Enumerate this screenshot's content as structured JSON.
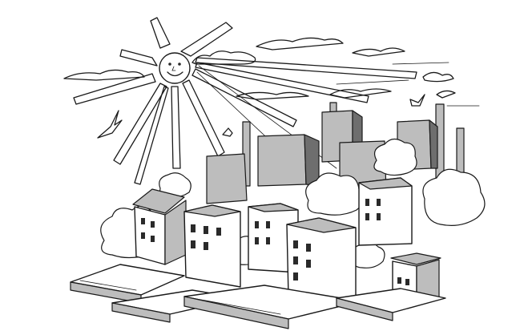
{
  "scene": {
    "style": "monochrome pen sketch",
    "colors": {
      "ink": "#1a1a1a",
      "paper": "#ffffff",
      "hatch": "#bdbdbd"
    },
    "elements": [
      "smiling-sun",
      "sun-rays",
      "clouds",
      "birds",
      "chimneys",
      "buildings",
      "trees",
      "ground-slabs"
    ]
  }
}
